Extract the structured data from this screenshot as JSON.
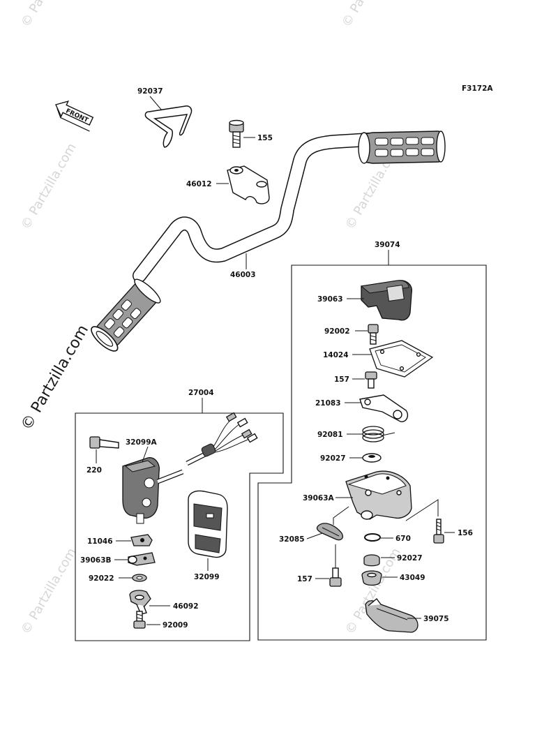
{
  "figure_code": "F3172A",
  "front_arrow_label": "FRONT",
  "watermark": "© Partzilla.com",
  "colors": {
    "ink": "#111111",
    "watermark": "#d6d6d6",
    "grip": "#9a9a9a",
    "background": "#ffffff"
  },
  "parts": {
    "p92037": "92037",
    "p155": "155",
    "p46012": "46012",
    "p46003": "46003",
    "p39074": "39074",
    "p39063": "39063",
    "p92002": "92002",
    "p14024": "14024",
    "p157a": "157",
    "p21083": "21083",
    "p92081": "92081",
    "p92027a": "92027",
    "p39063A": "39063A",
    "p32085": "32085",
    "p670": "670",
    "p156": "156",
    "p92027b": "92027",
    "p157b": "157",
    "p43049": "43049",
    "p39075": "39075",
    "p27004": "27004",
    "p32099A": "32099A",
    "p220": "220",
    "p11046": "11046",
    "p39063B": "39063B",
    "p92022": "92022",
    "p46092": "46092",
    "p92009": "92009",
    "p32099": "32099"
  }
}
